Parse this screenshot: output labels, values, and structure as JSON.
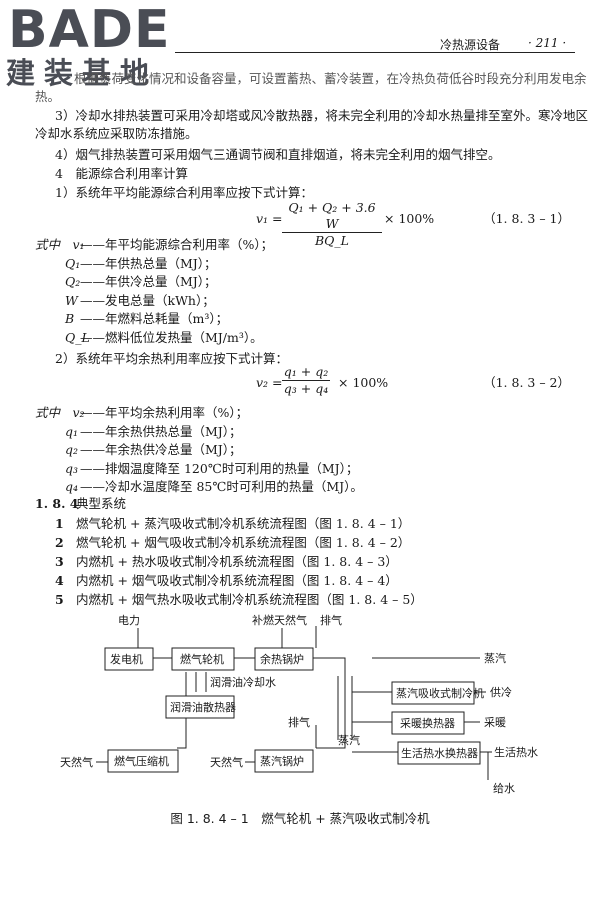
{
  "header": {
    "logo": "BADE",
    "logo_sub": "建装基地",
    "section": "冷热源设备",
    "page": "· 211 ·"
  },
  "body": {
    "l1": "根据负荷变化情况和设备容量，可设置蓄热、蓄冷装置，在冷热负荷低谷时段充分利用发电余",
    "l2": "热。",
    "l3": "3）冷却水排热装置可采用冷却塔或风冷散热器，将未完全利用的冷却水热量排至室外。寒冷地区",
    "l4": "冷却水系统应采取防冻措施。",
    "l5": "4）烟气排热装置可采用烟气三通调节阀和直排烟道，将未完全利用的烟气排空。",
    "l6": "4　能源综合利用率计算",
    "l7": "1）系统年平均能源综合利用率应按下式计算："
  },
  "formula1": {
    "lhs": "v₁ =",
    "num": "Q₁ + Q₂ + 3.6 W",
    "den": "BQ_L",
    "tail": "× 100%",
    "eqno": "（1. 8. 3 – 1）"
  },
  "defs1": [
    {
      "sym": "式中　v₁",
      "text": "——年平均能源综合利用率（%）；"
    },
    {
      "sym": "Q₁",
      "text": "——年供热总量（MJ）；"
    },
    {
      "sym": "Q₂",
      "text": "——年供冷总量（MJ）；"
    },
    {
      "sym": "W",
      "text": "——发电总量（kWh）；"
    },
    {
      "sym": "B",
      "text": "——年燃料总耗量（m³）；"
    },
    {
      "sym": "Q_L",
      "text": "——燃料低位发热量（MJ/m³）。"
    }
  ],
  "l8": "2）系统年平均余热利用率应按下式计算：",
  "formula2": {
    "lhs": "v₂ =",
    "num": "q₁ + q₂",
    "den": "q₃ + q₄",
    "tail": "× 100%",
    "eqno": "（1. 8. 3 – 2）"
  },
  "defs2": [
    {
      "sym": "式中　v₂",
      "text": "——年平均余热利用率（%）；"
    },
    {
      "sym": "q₁",
      "text": "——年余热供热总量（MJ）；"
    },
    {
      "sym": "q₂",
      "text": "——年余热供冷总量（MJ）；"
    },
    {
      "sym": "q₃",
      "text": "——排烟温度降至 120℃时可利用的热量（MJ）；"
    },
    {
      "sym": "q₄",
      "text": "——冷却水温度降至 85℃时可利用的热量（MJ）。"
    }
  ],
  "section184": {
    "num": "1. 8. 4",
    "title": "典型系统",
    "items": [
      {
        "n": "1",
        "text": "燃气轮机 + 蒸汽吸收式制冷机系统流程图（图 1. 8. 4 – 1）"
      },
      {
        "n": "2",
        "text": "燃气轮机 + 烟气吸收式制冷机系统流程图（图 1. 8. 4 – 2）"
      },
      {
        "n": "3",
        "text": "内燃机 + 热水吸收式制冷机系统流程图（图 1. 8. 4 – 3）"
      },
      {
        "n": "4",
        "text": "内燃机 + 烟气吸收式制冷机系统流程图（图 1. 8. 4 – 4）"
      },
      {
        "n": "5",
        "text": "内燃机 + 烟气热水吸收式制冷机系统流程图（图 1. 8. 4 – 5）"
      }
    ]
  },
  "diagram": {
    "power": "电力",
    "generator": "发电机",
    "gas_turbine": "燃气轮机",
    "supp_gas": "补燃天然气",
    "exhaust": "排气",
    "waste_boiler": "余热锅炉",
    "lube_water": "润滑油冷却水",
    "lube_cooler": "润滑油散热器",
    "natural_gas": "天然气",
    "compressor": "燃气压缩机",
    "exhaust2": "排气",
    "natural_gas2": "天然气",
    "steam_boiler": "蒸汽锅炉",
    "steam_main": "蒸汽",
    "steam_out": "蒸汽",
    "chiller": "蒸汽吸收式制冷机",
    "cooling": "供冷",
    "heat_exch": "采暖换热器",
    "heating": "采暖",
    "dhw_exch": "生活热水换热器",
    "dhw": "生活热水",
    "feed_water": "给水"
  },
  "caption": "图 1. 8. 4 – 1　燃气轮机 + 蒸汽吸收式制冷机"
}
